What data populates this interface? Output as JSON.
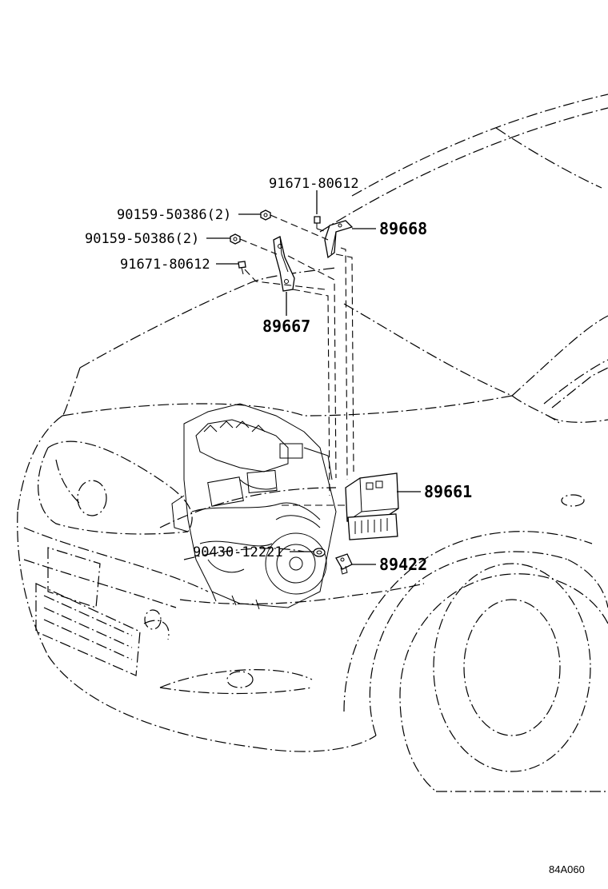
{
  "diagram": {
    "labels": {
      "p91671_top": "91671-80612",
      "p90159_a": "90159-50386(2)",
      "p90159_b": "90159-50386(2)",
      "p91671_mid": "91671-80612",
      "p89668": "89668",
      "p89667": "89667",
      "p89661": "89661",
      "p90430": "90430-12221",
      "p89422": "89422"
    },
    "figure_code": "84A060"
  }
}
